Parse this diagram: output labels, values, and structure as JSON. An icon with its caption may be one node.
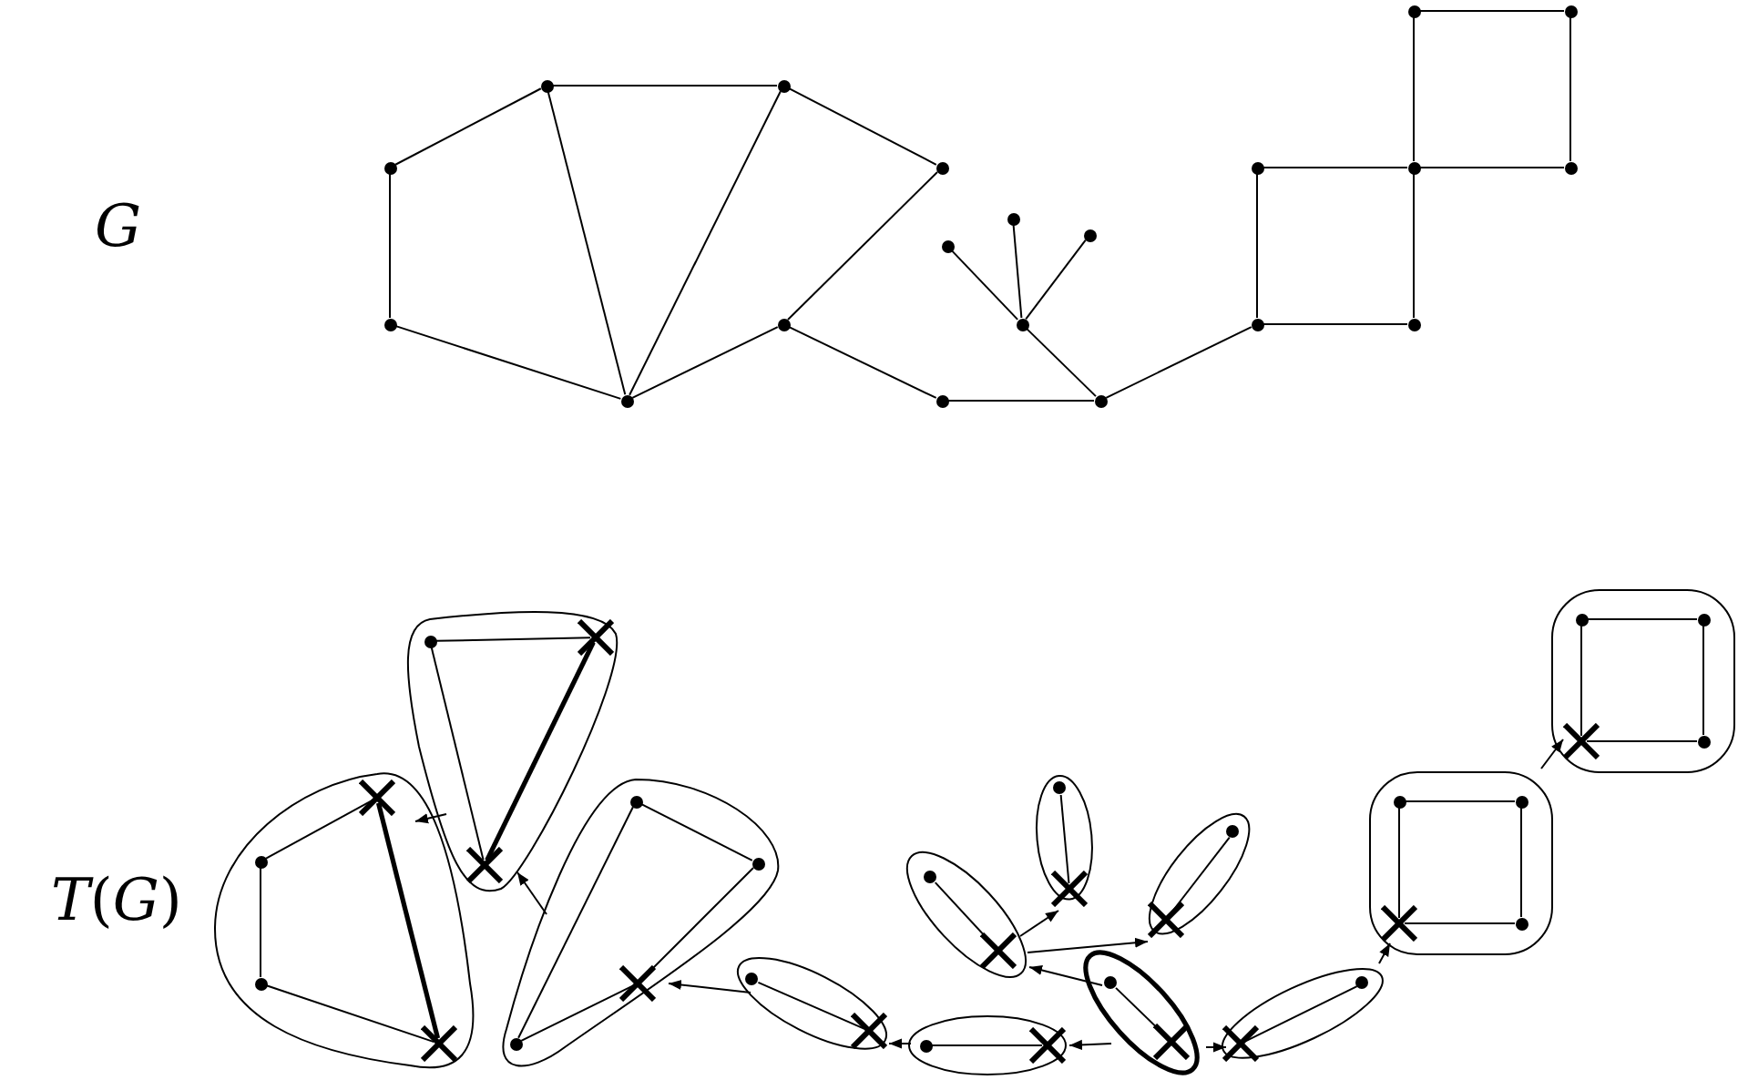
{
  "diagram": {
    "nodes": [
      {
        "text": [],
        "shape": "circle"
      },
      {
        "text": [],
        "shape": "circle"
      },
      {
        "text": [],
        "shape": "circle"
      },
      {
        "text": [],
        "shape": "circle"
      },
      {
        "text": [],
        "shape": "circle"
      },
      {
        "text": [],
        "shape": "circle"
      },
      {
        "text": [],
        "shape": "circle"
      },
      {
        "text": [],
        "shape": "circle"
      },
      {
        "text": [],
        "shape": "circle"
      },
      {
        "text": [],
        "shape": "circle"
      },
      {
        "text": [],
        "shape": "circle"
      },
      {
        "text": [],
        "shape": "circle"
      },
      {
        "text": [],
        "shape": "circle"
      },
      {
        "text": [],
        "shape": "circle"
      },
      {
        "text": [],
        "shape": "circle"
      },
      {
        "text": [],
        "shape": "circle"
      },
      {
        "text": [],
        "shape": "circle"
      },
      {
        "text": [],
        "shape": "circle"
      },
      {
        "text": [],
        "shape": "circle"
      },
      {
        "text": [],
        "shape": "circle"
      },
      {
        "text": [],
        "shape": "oval"
      },
      {
        "text": [],
        "shape": "circle",
        "in": 20
      },
      {
        "text": [],
        "shape": "cross",
        "in": 20
      },
      {
        "text": [],
        "shape": "cross",
        "in": 20
      },
      {
        "text": [],
        "shape": "box"
      },
      {
        "text": [],
        "shape": "circle",
        "in": 24
      },
      {
        "text": [],
        "shape": "circle",
        "in": 24
      },
      {
        "text": [],
        "shape": "cross",
        "in": 24
      },
      {
        "text": [],
        "shape": "circle",
        "in": 24
      },
      {
        "text": [],
        "shape": "oval"
      },
      {
        "text": [],
        "shape": "cross",
        "in": 29
      },
      {
        "text": [],
        "shape": "circle",
        "in": 29
      },
      {
        "text": [],
        "shape": "circle",
        "in": 29
      },
      {
        "text": [],
        "shape": "cross",
        "in": 29
      },
      {
        "text": [],
        "shape": "oval"
      },
      {
        "text": [],
        "shape": "circle",
        "in": 34
      },
      {
        "text": [],
        "shape": "circle",
        "in": 34
      },
      {
        "text": [],
        "shape": "cross",
        "in": 34
      },
      {
        "text": [],
        "shape": "circle",
        "in": 34
      },
      {
        "text": [],
        "shape": "box"
      },
      {
        "text": [],
        "shape": "circle",
        "in": 39
      },
      {
        "text": [],
        "shape": "circle",
        "in": 39
      },
      {
        "text": [],
        "shape": "cross",
        "in": 39
      },
      {
        "text": [],
        "shape": "circle",
        "in": 39
      },
      {
        "text": [],
        "shape": "oval"
      },
      {
        "text": [],
        "shape": "circle",
        "in": 44
      },
      {
        "text": [],
        "shape": "cross",
        "in": 44
      },
      {
        "text": [],
        "shape": "oval"
      },
      {
        "text": [],
        "shape": "circle",
        "in": 47
      },
      {
        "text": [],
        "shape": "cross",
        "in": 47
      },
      {
        "text": [],
        "shape": "oval"
      },
      {
        "text": [],
        "shape": "circle",
        "in": 50
      },
      {
        "text": [],
        "shape": "cross",
        "in": 50
      },
      {
        "text": [],
        "shape": "oval"
      },
      {
        "text": [],
        "shape": "circle",
        "in": 53
      },
      {
        "text": [],
        "shape": "cross",
        "in": 53
      },
      {
        "text": [],
        "shape": "oval"
      },
      {
        "text": [],
        "shape": "circle",
        "in": 56
      },
      {
        "text": [],
        "shape": "cross",
        "in": 56
      },
      {
        "text": [],
        "shape": "oval"
      },
      {
        "text": [],
        "shape": "circle",
        "in": 59
      },
      {
        "text": [],
        "shape": "cross",
        "in": 59
      },
      {
        "text": [],
        "shape": "oval"
      },
      {
        "text": [],
        "shape": "circle",
        "in": 62
      },
      {
        "text": [],
        "shape": "cross",
        "in": 62
      }
    ],
    "edges": [
      {
        "from": 2,
        "to": 0,
        "arrow": "none"
      },
      {
        "from": 0,
        "to": 1,
        "arrow": "none"
      },
      {
        "from": 1,
        "to": 3,
        "arrow": "none"
      },
      {
        "from": 2,
        "to": 12,
        "arrow": "none"
      },
      {
        "from": 12,
        "to": 17,
        "arrow": "none"
      },
      {
        "from": 0,
        "to": 17,
        "arrow": "none"
      },
      {
        "from": 1,
        "to": 17,
        "arrow": "none"
      },
      {
        "from": 17,
        "to": 13,
        "arrow": "none"
      },
      {
        "from": 13,
        "to": 3,
        "arrow": "none"
      },
      {
        "from": 13,
        "to": 18,
        "arrow": "none"
      },
      {
        "from": 18,
        "to": 19,
        "arrow": "none"
      },
      {
        "from": 14,
        "to": 19,
        "arrow": "none"
      },
      {
        "from": 14,
        "to": 9,
        "arrow": "none"
      },
      {
        "from": 14,
        "to": 10,
        "arrow": "none"
      },
      {
        "from": 14,
        "to": 11,
        "arrow": "none"
      },
      {
        "from": 19,
        "to": 15,
        "arrow": "none"
      },
      {
        "from": 15,
        "to": 6,
        "arrow": "none"
      },
      {
        "from": 6,
        "to": 7,
        "arrow": "none"
      },
      {
        "from": 7,
        "to": 16,
        "arrow": "none"
      },
      {
        "from": 16,
        "to": 15,
        "arrow": "none"
      },
      {
        "from": 7,
        "to": 4,
        "arrow": "none"
      },
      {
        "from": 4,
        "to": 5,
        "arrow": "none"
      },
      {
        "from": 5,
        "to": 8,
        "arrow": "none"
      },
      {
        "from": 8,
        "to": 7,
        "arrow": "none"
      },
      {
        "from": 21,
        "to": 22,
        "arrow": "none"
      },
      {
        "from": 21,
        "to": 23,
        "arrow": "none"
      },
      {
        "from": 22,
        "to": 23,
        "arrow": "none",
        "style": "thick"
      },
      {
        "from": 25,
        "to": 26,
        "arrow": "none"
      },
      {
        "from": 26,
        "to": 28,
        "arrow": "none"
      },
      {
        "from": 28,
        "to": 27,
        "arrow": "none"
      },
      {
        "from": 27,
        "to": 25,
        "arrow": "none"
      },
      {
        "from": 30,
        "to": 31,
        "arrow": "none"
      },
      {
        "from": 31,
        "to": 32,
        "arrow": "none"
      },
      {
        "from": 32,
        "to": 33,
        "arrow": "none"
      },
      {
        "from": 30,
        "to": 33,
        "arrow": "none",
        "style": "thick"
      },
      {
        "from": 35,
        "to": 38,
        "arrow": "none"
      },
      {
        "from": 35,
        "to": 36,
        "arrow": "none"
      },
      {
        "from": 36,
        "to": 37,
        "arrow": "none"
      },
      {
        "from": 37,
        "to": 38,
        "arrow": "none"
      },
      {
        "from": 40,
        "to": 41,
        "arrow": "none"
      },
      {
        "from": 41,
        "to": 43,
        "arrow": "none"
      },
      {
        "from": 43,
        "to": 42,
        "arrow": "none"
      },
      {
        "from": 42,
        "to": 40,
        "arrow": "none"
      },
      {
        "from": 45,
        "to": 46,
        "arrow": "none"
      },
      {
        "from": 48,
        "to": 49,
        "arrow": "none"
      },
      {
        "from": 51,
        "to": 52,
        "arrow": "none"
      },
      {
        "from": 54,
        "to": 55,
        "arrow": "none"
      },
      {
        "from": 57,
        "to": 58,
        "arrow": "none"
      },
      {
        "from": 60,
        "to": 61,
        "arrow": "none"
      },
      {
        "from": 63,
        "to": 64,
        "arrow": "none"
      },
      {
        "from": 56,
        "to": 62,
        "arrow": "to"
      },
      {
        "from": 62,
        "to": 59,
        "arrow": "to"
      },
      {
        "from": 59,
        "to": 34,
        "arrow": "to"
      },
      {
        "from": 34,
        "to": 20,
        "arrow": "to"
      },
      {
        "from": 20,
        "to": 29,
        "arrow": "to"
      },
      {
        "from": 56,
        "to": 50,
        "arrow": "to"
      },
      {
        "from": 50,
        "to": 44,
        "arrow": "to"
      },
      {
        "from": 50,
        "to": 47,
        "arrow": "to"
      },
      {
        "from": 56,
        "to": 53,
        "arrow": "to"
      },
      {
        "from": 53,
        "to": 39,
        "arrow": "to"
      },
      {
        "from": 39,
        "to": 24,
        "arrow": "to"
      }
    ],
    "labels": [
      "G",
      "*T*(*G*)"
    ]
  }
}
